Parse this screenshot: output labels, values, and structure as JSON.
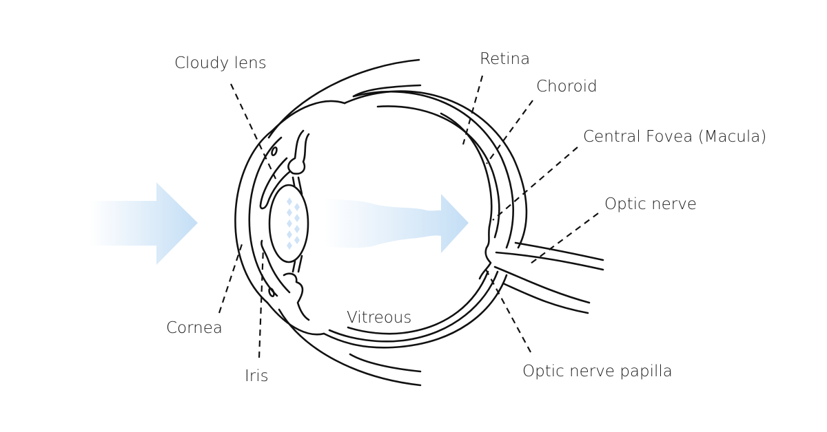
{
  "diagram": {
    "title": "Eye anatomy with cataract (cloudy lens)",
    "labels": {
      "cloudy_lens": "Cloudy lens",
      "retina": "Retina",
      "choroid": "Choroid",
      "central_fovea": "Central Fovea (Macula)",
      "optic_nerve": "Optic nerve",
      "cornea": "Cornea",
      "iris": "Iris",
      "vitreous": "Vitreous",
      "optic_nerve_papilla": "Optic nerve papilla"
    },
    "light_arrows": [
      {
        "name": "incoming-light",
        "color_start": "#ffffff",
        "color_end": "#c4def5"
      },
      {
        "name": "scattered-light",
        "color_start": "#ffffff",
        "color_end": "#c4def5"
      }
    ],
    "colors": {
      "line": "#111111",
      "light": "#c4def5",
      "opacity": "#cfe3f7"
    }
  }
}
